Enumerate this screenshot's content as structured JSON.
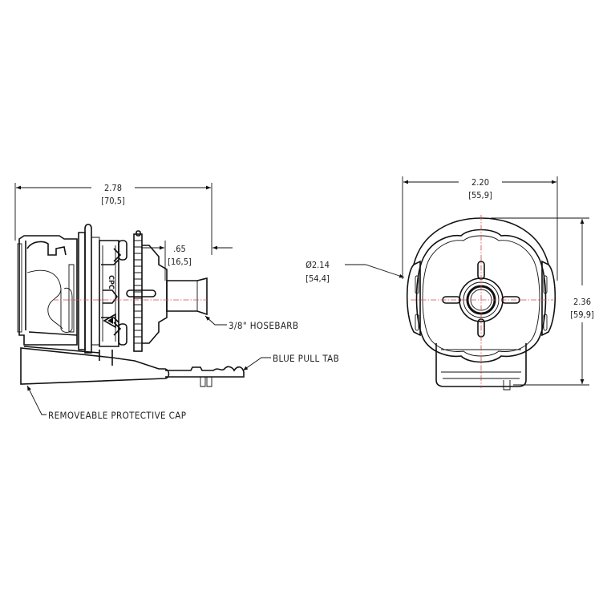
{
  "drawing": {
    "side_view": {
      "overall_length": {
        "inch": "2.78",
        "mm": "[70,5]"
      },
      "barb_length": {
        "inch": ".65",
        "mm": "[16,5]"
      },
      "callouts": {
        "hosebarb": "3/8\" HOSEBARB",
        "pull_tab": "BLUE PULL TAB",
        "cap": "REMOVEABLE PROTECTIVE CAP"
      },
      "logo_text": "CPC"
    },
    "end_view": {
      "width": {
        "inch": "2.20",
        "mm": "[55,9]"
      },
      "diameter": {
        "inch": "Ø2.14",
        "mm": "[54,4]"
      },
      "height": {
        "inch": "2.36",
        "mm": "[59,9]"
      }
    },
    "colors": {
      "line": "#111111",
      "centerline": "#d24a4a",
      "background": "#ffffff"
    }
  }
}
